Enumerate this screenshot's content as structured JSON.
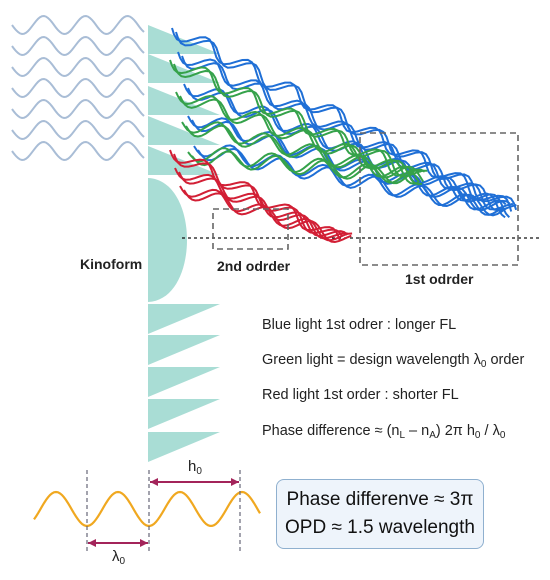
{
  "labels": {
    "kinoform": "Kinoform",
    "second_order": "2nd odrder",
    "first_order": "1st odrder"
  },
  "notes": {
    "blue": "Blue light 1st odrer : longer FL",
    "green_prefix": "Green light = design wavelength λ",
    "green_sub": "0",
    "green_suffix": " order",
    "red": "Red light 1st order : shorter FL",
    "phase_prefix": "Phase difference ≈ (n",
    "phase_sub_l": "L",
    "phase_mid1": " – n",
    "phase_sub_a": "A",
    "phase_mid2": ") 2π h",
    "phase_sub_h": "0",
    "phase_mid3": " / λ",
    "phase_sub_lambda": "0"
  },
  "wave": {
    "h_label": "h",
    "h_sub": "0",
    "lambda_label": "λ",
    "lambda_sub": "0"
  },
  "box": {
    "line1": "Phase differenve ≈ 3π",
    "line2": "OPD ≈ 1.5 wavelength"
  },
  "colors": {
    "blue": "#1f6fd6",
    "green": "#35a24a",
    "red": "#d21f35",
    "teal": "#a9ddd5",
    "incoming_wave": "#a9bdd6",
    "sine": "#f0a820",
    "arrow": "#a3245a",
    "dashed": "#666666"
  }
}
